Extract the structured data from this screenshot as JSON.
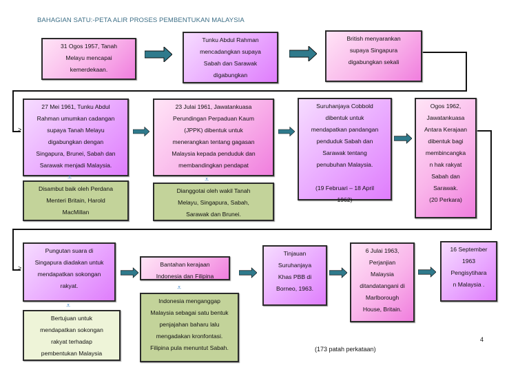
{
  "title": "BAHAGIAN SATU:-PETA ALIR PROSES PEMBENTUKAN MALAYSIA",
  "colors": {
    "arrow": "#2f7a8c",
    "pink": "#f07ede",
    "purple": "#df7dfc",
    "green": "#c3d39a",
    "title": "#3c6e86"
  },
  "row1": [
    "31 Ogos 1957, Tanah\nMelayu mencapai\nkemerdekaan.",
    "Tunku Abdul Rahman\nmencadangkan supaya\nSabah dan Sarawak\ndigabungkan",
    "British menyarankan\nsupaya Singapura\ndigabungkan sekali"
  ],
  "row2": [
    "27 Mei 1961, Tunku Abdul\nRahman umumkan cadangan\nsupaya Tanah Melayu\ndigabungkan dengan\nSingapura, Brunei, Sabah dan\nSarawak menjadi Malaysia.",
    "23 Julai 1961, Jawatankuasa\nPerundingan Perpaduan Kaum\n(JPPK) dibentuk untuk\nmenerangkan tentang gagasan\nMalaysia kepada penduduk dan\nmembandingkan pendapat",
    "Suruhanjaya Cobbold\ndibentuk untuk\nmendapatkan pandangan\npenduduk Sabah dan\nSarawak tentang\npenubuhan Malaysia.\n\n(19 Februari – 18 April\n1962)",
    "Ogos 1962,\nJawatankuasa\nAntara Kerajaan\ndibentuk bagi\nmembincangka\nn hak rakyat\nSabah dan\nSarawak.\n(20 Perkara)"
  ],
  "row2_notes": [
    "Disambut baik oleh Perdana\nMenteri Britain, Harold\nMacMillan",
    "Dianggotai oleh wakil Tanah\nMelayu, Singapura, Sabah,\nSarawak dan Brunei."
  ],
  "row3": [
    "Pungutan suara di\nSingapura diadakan untuk\nmendapatkan sokongan\nrakyat.",
    "Bantahan kerajaan\nIndonesia dan Filipina",
    "Tinjauan\nSuruhanjaya\nKhas PBB di\nBorneo, 1963.",
    "6 Julai 1963,\nPerjanjian\nMalaysia\nditandatangani di\nMarlborough\nHouse, Britain.",
    "16 September\n1963\nPengisytihara\nn Malaysia ."
  ],
  "row3_notes": [
    "Bertujuan untuk\nmendapatkan sokongan\nrakyat terhadap\npembentukan Malaysia",
    "Indonesia menganggap\nMalaysia sebagai satu bentuk\npenjajahan baharu lalu\nmengadakan kronfontasi.\nFilipina pula menuntut Sabah."
  ],
  "page_number": "4",
  "word_count": "(173 patah perkataan)"
}
